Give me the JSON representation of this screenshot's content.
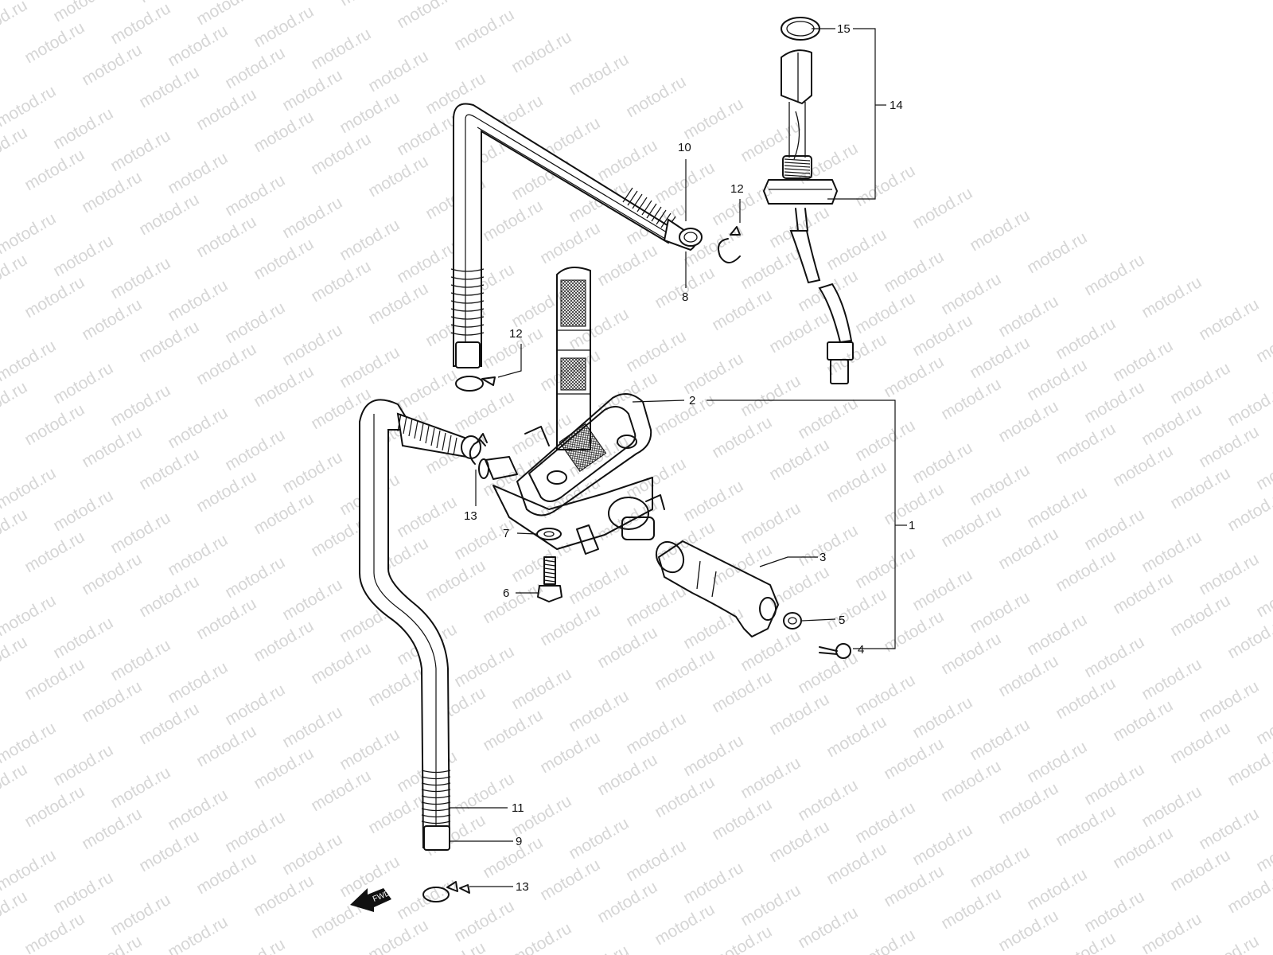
{
  "watermark": "motod.ru",
  "callouts": [
    {
      "id": "1",
      "text": "1"
    },
    {
      "id": "2",
      "text": "2"
    },
    {
      "id": "3",
      "text": "3"
    },
    {
      "id": "4",
      "text": "4"
    },
    {
      "id": "5",
      "text": "5"
    },
    {
      "id": "6",
      "text": "6"
    },
    {
      "id": "7",
      "text": "7"
    },
    {
      "id": "8",
      "text": "8"
    },
    {
      "id": "9",
      "text": "9"
    },
    {
      "id": "10",
      "text": "10"
    },
    {
      "id": "11",
      "text": "11"
    },
    {
      "id": "12a",
      "text": "12"
    },
    {
      "id": "12b",
      "text": "12"
    },
    {
      "id": "13a",
      "text": "13"
    },
    {
      "id": "13b",
      "text": "13"
    },
    {
      "id": "14",
      "text": "14"
    },
    {
      "id": "15",
      "text": "15"
    }
  ],
  "fwd_label": "FWD",
  "colors": {
    "line": "#111111",
    "watermark": "#d6d6d6",
    "background": "#ffffff"
  }
}
